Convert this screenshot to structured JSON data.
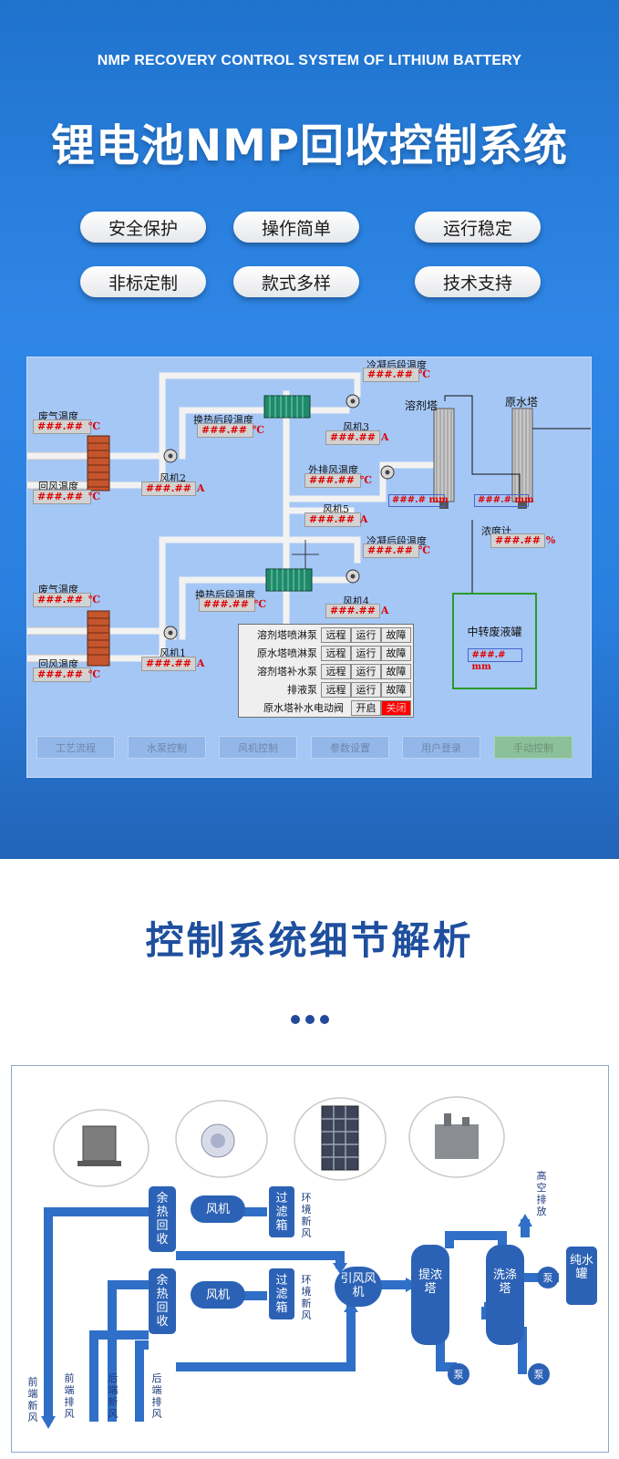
{
  "hero": {
    "subtitle_en": "NMP RECOVERY CONTROL SYSTEM OF LITHIUM BATTERY",
    "title": "锂电池NMP回收控制系统",
    "features": [
      "安全保护",
      "操作简单",
      "运行稳定",
      "非标定制",
      "款式多样",
      "技术支持"
    ]
  },
  "hmi": {
    "labels": {
      "exhaust_temp_1": "废气温度",
      "return_temp_1": "回风温度",
      "exhaust_temp_2": "废气温度",
      "return_temp_2": "回风温度",
      "heat_exchange_temp_1": "换热后段温度",
      "heat_exchange_temp_2": "换热后段温度",
      "cool_temp_1": "冷凝后段温度",
      "cool_temp_2": "冷凝后段温度",
      "outer_exhaust_temp": "外排风温度",
      "fan1": "风机1",
      "fan2": "风机2",
      "fan3": "风机3",
      "fan4": "风机4",
      "fan5": "风机5",
      "solvent_tower": "溶剂塔",
      "raw_water_tower": "原水塔",
      "concentration_meter": "浓度计",
      "transfer_tank": "中转废液罐"
    },
    "placeholder_temp": "###.##",
    "placeholder_level": "###.#",
    "unit_temp": "℃",
    "unit_current": "A",
    "unit_percent": "%",
    "unit_mm": "mm",
    "pumps": [
      {
        "name": "溶剂塔喷淋泵",
        "mode": "远程",
        "run": "运行",
        "fault": "故障"
      },
      {
        "name": "原水塔喷淋泵",
        "mode": "远程",
        "run": "运行",
        "fault": "故障"
      },
      {
        "name": "溶剂塔补水泵",
        "mode": "远程",
        "run": "运行",
        "fault": "故障"
      },
      {
        "name": "排液泵",
        "mode": "远程",
        "run": "运行",
        "fault": "故障"
      }
    ],
    "valve": {
      "name": "原水塔补水电动阀",
      "open": "开启",
      "close": "关闭"
    },
    "nav": [
      "工艺流程",
      "水泵控制",
      "风机控制",
      "参数设置",
      "用户登录",
      "手动控制"
    ]
  },
  "section2": {
    "title": "控制系统细节解析"
  },
  "diagram": {
    "heat_recovery": "余热回收",
    "fan": "风机",
    "filter_box": "过滤箱",
    "env_fresh_air": "环境新风",
    "induced_fan": "引风风机",
    "concentrate_tower": "提浓塔",
    "wash_tower": "洗涤塔",
    "high_discharge": "高空排放",
    "pure_water_tank": "纯水罐",
    "pump": "泵",
    "front_fresh_air": "前端新风",
    "front_exhaust": "前端排风",
    "rear_fresh_air": "后端新风",
    "rear_exhaust": "后端排风",
    "colors": {
      "flow": "#2f6fc7",
      "box": "#2c62b5"
    }
  }
}
